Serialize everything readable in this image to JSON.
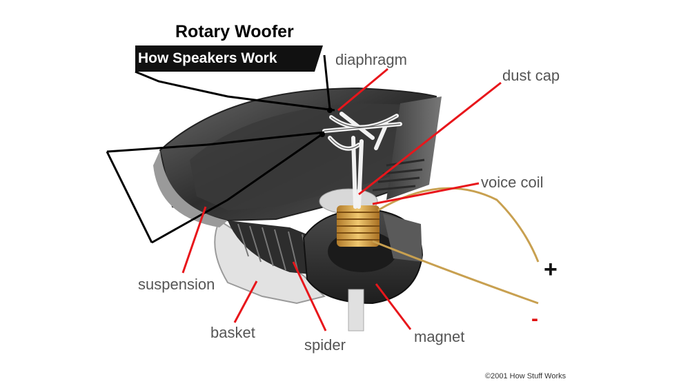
{
  "title": "Rotary Woofer",
  "banner": "How Speakers Work",
  "labels": {
    "diaphragm": "diaphragm",
    "dust_cap": "dust cap",
    "voice_coil": "voice coil",
    "suspension": "suspension",
    "basket": "basket",
    "spider": "spider",
    "magnet": "magnet"
  },
  "signs": {
    "plus": "+",
    "minus": "-"
  },
  "copyright": "©2001 How Stuff Works",
  "colors": {
    "leader_line": "#e8161b",
    "label_text": "#555555",
    "banner_bg": "#111111",
    "coil_copper": "#d4a04a",
    "magnet": "#3a3a3a",
    "cone": "#4a4a4a"
  }
}
